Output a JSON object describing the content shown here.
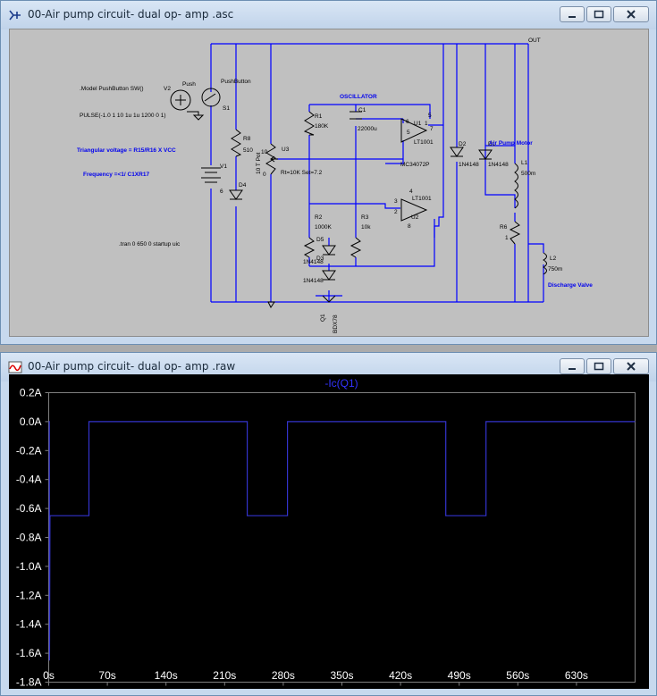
{
  "schematic_window": {
    "title": "00-Air pump circuit- dual op- amp .asc",
    "icon": "ltspice-schematic-icon",
    "controls": [
      "minimize",
      "maximize",
      "close"
    ]
  },
  "schematic": {
    "directive_model": ".Model PushButton SW()",
    "directive_pulse": "PULSE(-1.0 1 10 1u 1u 1200 0 1)",
    "directive_tran": ".tran 0 650 0 startup uic",
    "note_triangular": "Triangular voltage = R15/R16 X VCC",
    "note_frequency": "Frequency =<1/ C1XR17",
    "label_out": "OUT",
    "label_oscillator": "OSCILLATOR",
    "label_air_pump_motor": "Air Pump Motor",
    "label_discharge_valve": "Discharge Valve",
    "v2_name": "V2",
    "v2_label": "Push",
    "s1_name": "PushButton",
    "s1_value": "S1",
    "v1_name": "V1",
    "v1_value": "6",
    "r8_name": "R8",
    "r8_value": "510",
    "d4_name": "D4",
    "pot_val10": "10",
    "pot_label": "10 T Pot",
    "pot_val0": "0",
    "u3_name": "U3",
    "u3_params": "Rt=10K Set=7.2",
    "r1_name": "R1",
    "r1_value": "180K",
    "c1_name": "C1",
    "c1_value": "22000u",
    "u1_name": "U1",
    "u1_model": "LT1001",
    "u2_name": "U2",
    "u2_model": "LT1001",
    "ic_name": "MC34072P",
    "r2_name": "R2",
    "r2_value": "1000K",
    "r3_name": "R3",
    "r3_value": "10k",
    "d5_name": "D5",
    "d5_value": "1N4148",
    "d3_name": "D3",
    "d3_value": "1N4148",
    "d2_name": "D2",
    "d2_value": "1N4148",
    "d1_name": "D1",
    "d1_value": "1N4148",
    "l1_name": "L1",
    "l1_value": "500m",
    "r6_name": "R6",
    "r6_value": "1",
    "l2_name": "L2",
    "l2_value": "750m",
    "q1_name": "Q1",
    "q1_value": "BDX78",
    "pin_5a": "5",
    "pin_6": "6",
    "pin_7": "7",
    "pin_4": "4",
    "pin_3": "3",
    "pin_2": "2",
    "pin_8": "8",
    "pin_1": "1",
    "pin_5b": "5"
  },
  "waveform_window": {
    "title": "00-Air pump circuit- dual op- amp .raw",
    "icon": "ltspice-waveform-icon",
    "controls": [
      "minimize",
      "maximize",
      "close"
    ]
  },
  "colors": {
    "wire": "#0000ff",
    "trace": "#3333cc",
    "plot_bg": "#000000",
    "axis": "#808080",
    "label": "#ffffff",
    "schem_bg": "#c0c0c0"
  },
  "chart_data": {
    "type": "line",
    "title": "-Ic(Q1)",
    "ylim": [
      -1.8,
      0.2
    ],
    "xlim": [
      0,
      700
    ],
    "yticks": [
      "0.2A",
      "0.0A",
      "-0.2A",
      "-0.4A",
      "-0.6A",
      "-0.8A",
      "-1.0A",
      "-1.2A",
      "-1.4A",
      "-1.6A",
      "-1.8A"
    ],
    "ytick_values": [
      0.2,
      0.0,
      -0.2,
      -0.4,
      -0.6,
      -0.8,
      -1.0,
      -1.2,
      -1.4,
      -1.6,
      -1.8
    ],
    "xticks": [
      "0s",
      "70s",
      "140s",
      "210s",
      "280s",
      "350s",
      "420s",
      "490s",
      "560s",
      "630s"
    ],
    "xtick_values": [
      0,
      70,
      140,
      210,
      280,
      350,
      420,
      490,
      560,
      630
    ],
    "grid": false,
    "series": [
      {
        "name": "-Ic(Q1)",
        "x": [
          0,
          0.8,
          1.0,
          1.5,
          2,
          48,
          48,
          237,
          237,
          285,
          285,
          474,
          474,
          522,
          522,
          700
        ],
        "y": [
          0,
          0,
          -1.65,
          -0.65,
          -0.65,
          -0.65,
          0,
          0,
          -0.65,
          -0.65,
          0,
          0,
          -0.65,
          -0.65,
          0,
          0
        ]
      }
    ]
  }
}
